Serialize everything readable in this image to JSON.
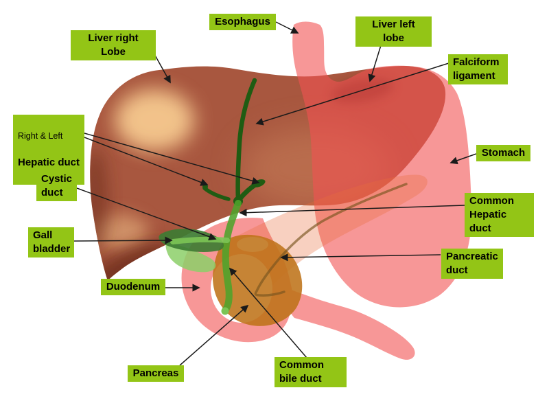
{
  "labels": {
    "liver_right_lobe": {
      "text": "Liver right Lobe"
    },
    "esophagus": {
      "text": "Esophagus"
    },
    "liver_left_lobe": {
      "text": "Liver left lobe"
    },
    "falciform_ligament": {
      "text": "Falciform ligament"
    },
    "stomach": {
      "text": "Stomach"
    },
    "common_hepatic_duct": {
      "text": "Common Hepatic duct"
    },
    "right_left_hepatic_duct": {
      "line1": "Right & Left",
      "line2": "Hepatic duct"
    },
    "cystic_duct": {
      "text": "Cystic duct"
    },
    "gall_bladder": {
      "text": "Gall bladder"
    },
    "duodenum": {
      "text": "Duodenum"
    },
    "pancreas": {
      "text": "Pancreas"
    },
    "common_bile_duct": {
      "text": "Common bile duct"
    },
    "pancreatic_duct": {
      "text": "Pancreatic duct"
    }
  },
  "colors": {
    "background": "#FFFFFF",
    "label_bg": "#93C516",
    "label_text": "#000000",
    "leader_line": "#1A1A1A",
    "liver_base": "#A8573F",
    "liver_light": "#C77E58",
    "liver_highlight": "#F6C98F",
    "liver_dark": "#6E2F1F",
    "liver_notch": "#7E3322",
    "stomach_pink": "#F99C9C",
    "stomach_overlay": "rgba(242,82,82,0.60)",
    "pancreas_body_overlay": "rgba(233,110,60,0.32)",
    "pancreas_head": "rgba(190,115,25,0.88)",
    "duct_dark_green": "#1F5C13",
    "duct_mid_green": "#4FA32B",
    "duct_light_green": "#7CC455",
    "gallbladder_dark": "#3E7C33",
    "gallbladder_light": "#8CCF69",
    "pancreatic_duct_line": "rgba(120,85,30,0.65)"
  }
}
